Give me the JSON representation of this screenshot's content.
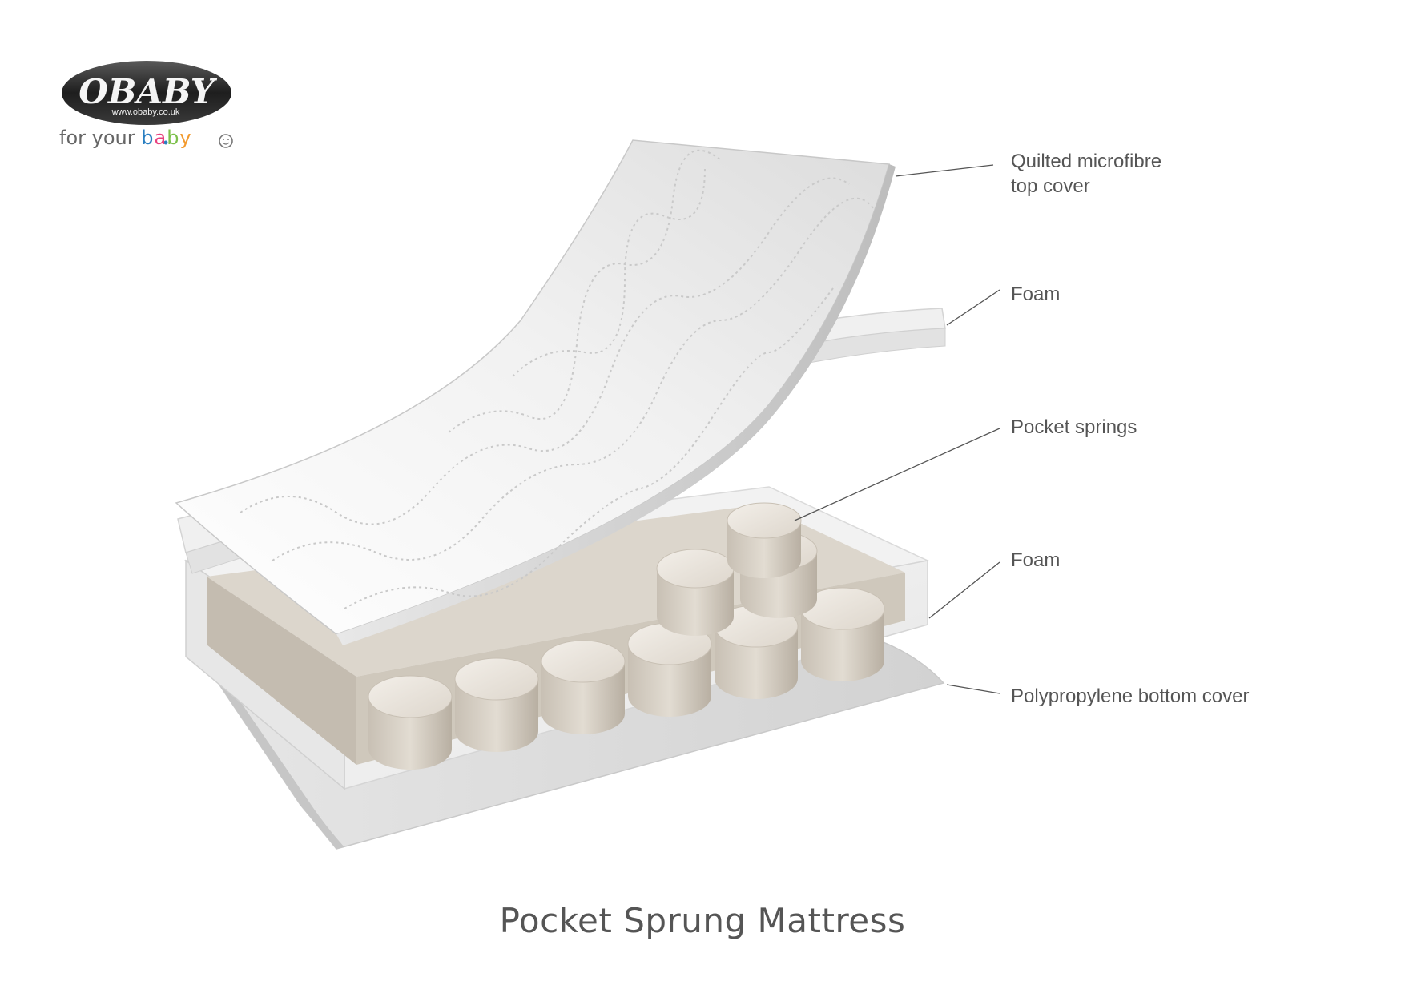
{
  "logo": {
    "brand": "OBABY",
    "url": "www.obaby.co.uk",
    "tagline_prefix": "for your ",
    "tagline_accent": "baby",
    "brand_colors": {
      "b": "#2a7fc1",
      "a": "#e8407f",
      "b2": "#7cc04b",
      "y": "#f29a2e"
    }
  },
  "callouts": [
    {
      "id": "top-cover",
      "label": "Quilted microfibre\ntop cover"
    },
    {
      "id": "foam-upper",
      "label": "Foam"
    },
    {
      "id": "pocket-springs",
      "label": "Pocket springs"
    },
    {
      "id": "foam-lower",
      "label": "Foam"
    },
    {
      "id": "bottom-cover",
      "label": "Polypropylene bottom cover"
    }
  ],
  "title": "Pocket Sprung Mattress",
  "colors": {
    "text": "#555555",
    "leader_line": "#555555",
    "foam": "#eeeeee",
    "cover": "#f4f4f4",
    "spring": "#d8d2c8"
  }
}
